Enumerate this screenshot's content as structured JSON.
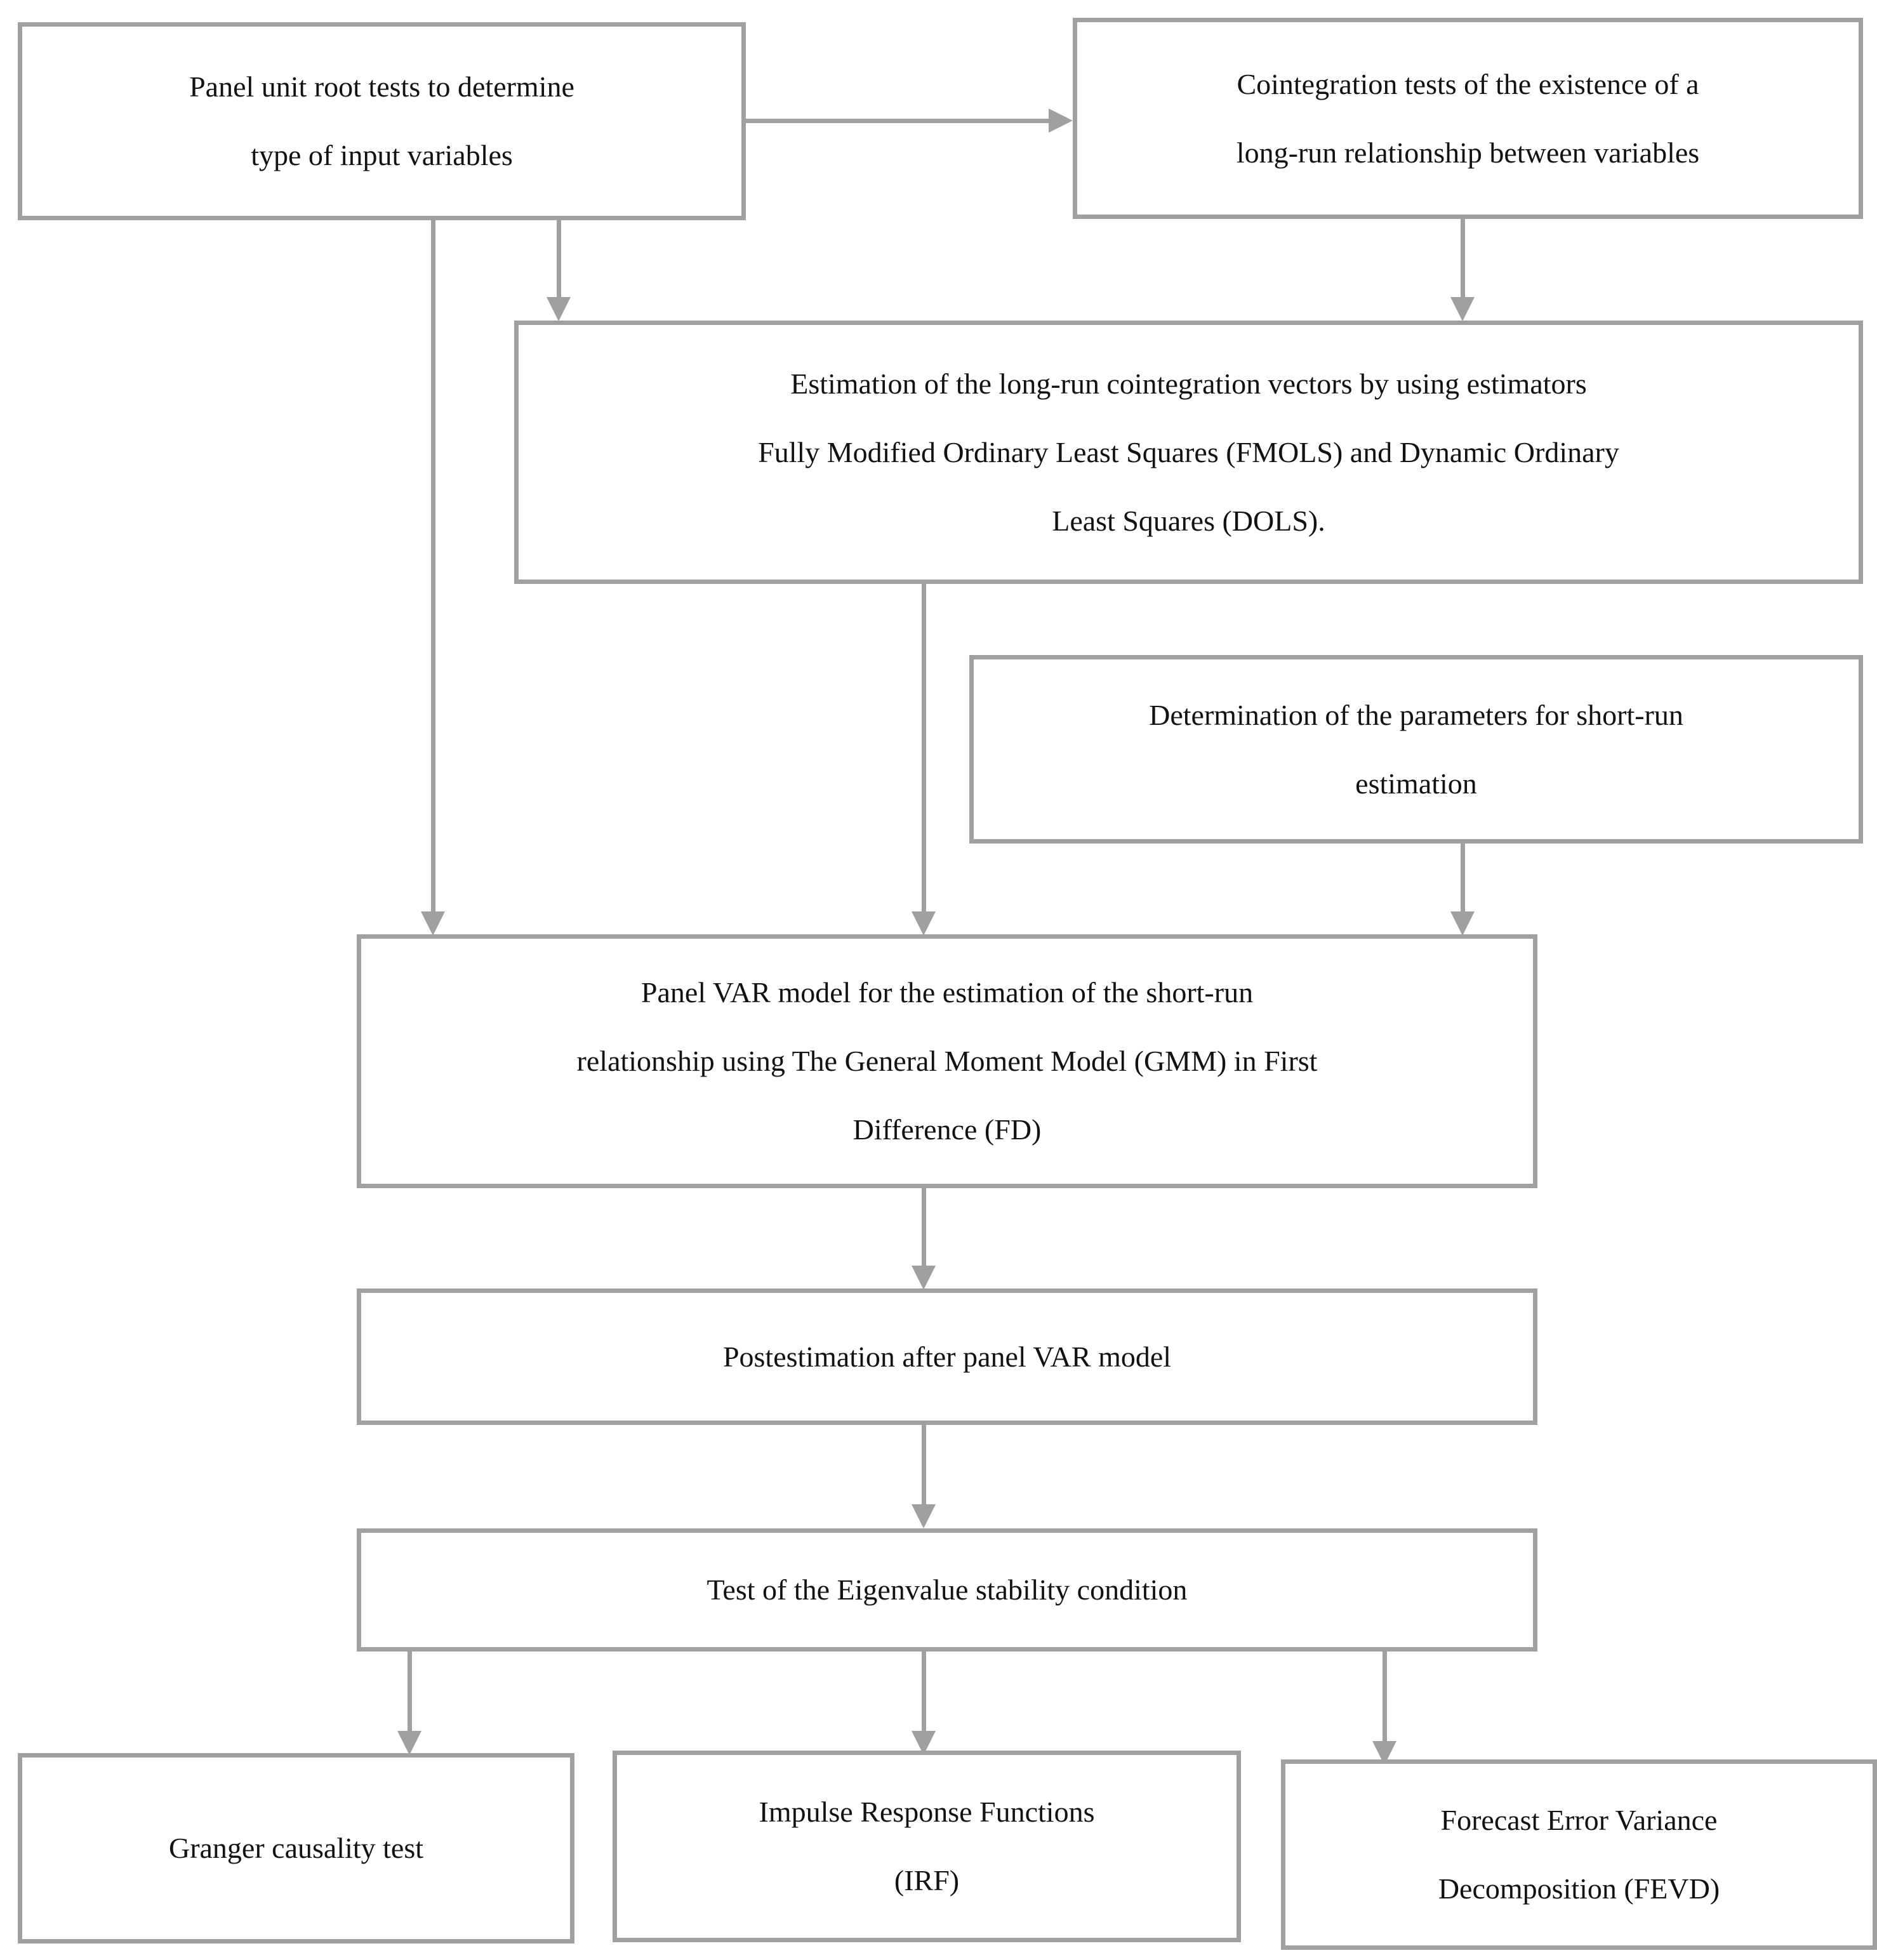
{
  "diagram": {
    "title": "Panel VAR econometric methodology flowchart",
    "theme": {
      "border_color": "#a0a0a0",
      "connector_color": "#a0a0a0",
      "text_color": "#121212",
      "background": "#ffffff"
    },
    "nodes": [
      {
        "id": "panel-unit-root-tests",
        "lines": [
          "Panel unit root tests to determine",
          "type of input variables"
        ]
      },
      {
        "id": "cointegration-tests",
        "lines": [
          "Cointegration tests of the existence of a",
          "long-run relationship between variables"
        ]
      },
      {
        "id": "long-run-estimation",
        "lines": [
          "Estimation of the long-run cointegration vectors by using estimators",
          "Fully Modified Ordinary Least Squares (FMOLS) and Dynamic Ordinary",
          "Least Squares (DOLS)."
        ]
      },
      {
        "id": "short-run-parameters",
        "lines": [
          "Determination of the parameters for short-run",
          "estimation"
        ]
      },
      {
        "id": "panel-var-model",
        "lines": [
          "Panel VAR model for the estimation of the short-run",
          "relationship using The General Moment Model (GMM) in First",
          "Difference (FD)"
        ]
      },
      {
        "id": "postestimation",
        "lines": [
          "Postestimation after panel VAR model"
        ]
      },
      {
        "id": "eigenvalue-stability",
        "lines": [
          "Test of the Eigenvalue stability condition"
        ]
      },
      {
        "id": "granger-causality",
        "lines": [
          "Granger causality test"
        ]
      },
      {
        "id": "impulse-response",
        "lines": [
          "Impulse Response Functions",
          "(IRF)"
        ]
      },
      {
        "id": "forecast-error-variance",
        "lines": [
          "Forecast Error Variance",
          "Decomposition (FEVD)"
        ]
      }
    ],
    "edges": [
      {
        "from": "panel-unit-root-tests",
        "to": "cointegration-tests",
        "direction": "right"
      },
      {
        "from": "panel-unit-root-tests",
        "to": "long-run-estimation",
        "direction": "down"
      },
      {
        "from": "panel-unit-root-tests",
        "to": "panel-var-model",
        "direction": "down"
      },
      {
        "from": "cointegration-tests",
        "to": "long-run-estimation",
        "direction": "down"
      },
      {
        "from": "long-run-estimation",
        "to": "panel-var-model",
        "direction": "down"
      },
      {
        "from": "short-run-parameters",
        "to": "panel-var-model",
        "direction": "down"
      },
      {
        "from": "panel-var-model",
        "to": "postestimation",
        "direction": "down"
      },
      {
        "from": "postestimation",
        "to": "eigenvalue-stability",
        "direction": "down"
      },
      {
        "from": "eigenvalue-stability",
        "to": "granger-causality",
        "direction": "down"
      },
      {
        "from": "eigenvalue-stability",
        "to": "impulse-response",
        "direction": "down"
      },
      {
        "from": "eigenvalue-stability",
        "to": "forecast-error-variance",
        "direction": "down"
      }
    ]
  }
}
